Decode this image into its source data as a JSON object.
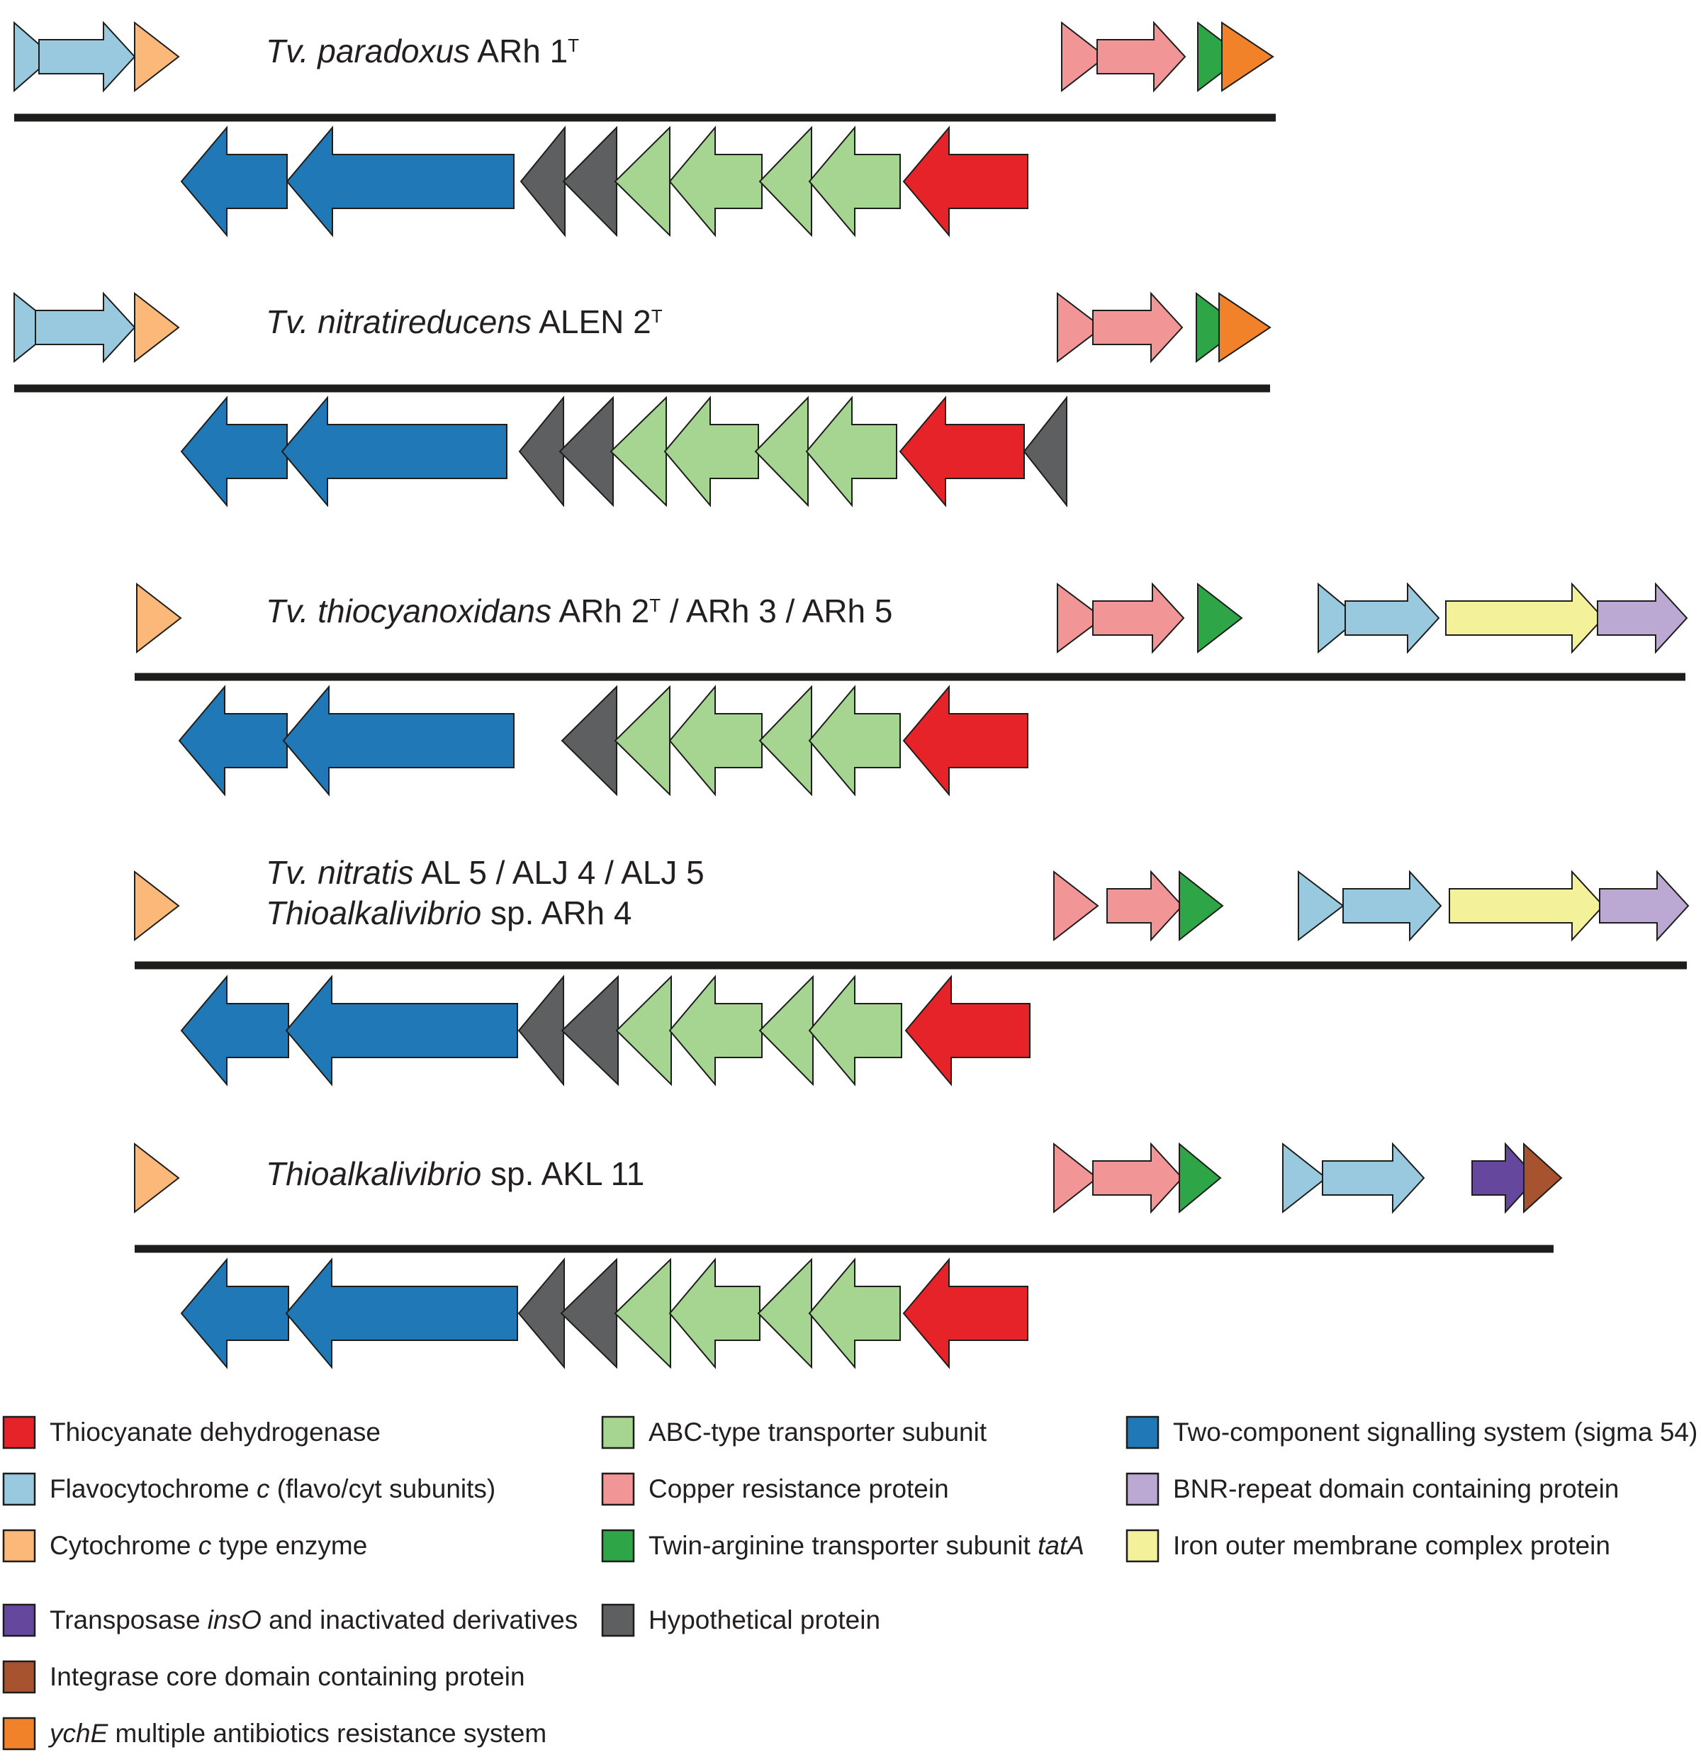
{
  "colors": {
    "thiocyanate": "#e52329",
    "flavocyt": "#99c9de",
    "cytc": "#fbb878",
    "abc": "#a6d592",
    "copper": "#f29596",
    "tatA": "#2ea546",
    "twocomp": "#2079b6",
    "bnr": "#bca9d3",
    "iron": "#f3f29b",
    "transposase": "#65489d",
    "integrase": "#a7532f",
    "ychE": "#f1822a",
    "hypothetical": "#5d5f60"
  },
  "organisms": [
    {
      "line1": [
        {
          "t": "Tv. paradoxus",
          "i": true
        },
        {
          "t": " ARh 1",
          "i": false
        },
        {
          "t": "T",
          "sup": true
        }
      ]
    },
    {
      "line1": [
        {
          "t": "Tv. nitratireducens",
          "i": true
        },
        {
          "t": " ALEN 2",
          "i": false
        },
        {
          "t": "T",
          "sup": true
        }
      ]
    },
    {
      "line1": [
        {
          "t": "Tv. thiocyanoxidans",
          "i": true
        },
        {
          "t": " ARh 2",
          "i": false
        },
        {
          "t": "T",
          "sup": true
        },
        {
          "t": " / ARh 3 / ARh 5",
          "i": false
        }
      ]
    },
    {
      "line1": [
        {
          "t": "Tv. nitratis",
          "i": true
        },
        {
          "t": " AL 5 / ALJ 4 / ALJ 5",
          "i": false
        }
      ],
      "line2": [
        {
          "t": "Thioalkalivibrio",
          "i": true
        },
        {
          "t": " sp. ARh 4",
          "i": false
        }
      ]
    },
    {
      "line1": [
        {
          "t": "Thioalkalivibrio",
          "i": true
        },
        {
          "t": " sp. AKL 11",
          "i": false
        }
      ]
    }
  ],
  "legend": [
    {
      "color": "thiocyanate",
      "parts": [
        {
          "t": "Thiocyanate dehydrogenase",
          "i": false
        }
      ]
    },
    {
      "color": "flavocyt",
      "parts": [
        {
          "t": "Flavocytochrome ",
          "i": false
        },
        {
          "t": "c",
          "i": true
        },
        {
          "t": " (flavo/cyt subunits)",
          "i": false
        }
      ]
    },
    {
      "color": "cytc",
      "parts": [
        {
          "t": "Cytochrome ",
          "i": false
        },
        {
          "t": "c",
          "i": true
        },
        {
          "t": " type enzyme",
          "i": false
        }
      ]
    },
    {
      "color": "transposase",
      "parts": [
        {
          "t": "Transposase ",
          "i": false
        },
        {
          "t": "insO",
          "i": true
        },
        {
          "t": " and inactivated derivatives",
          "i": false
        }
      ]
    },
    {
      "color": "integrase",
      "parts": [
        {
          "t": "Integrase core domain containing protein",
          "i": false
        }
      ]
    },
    {
      "color": "ychE",
      "parts": [
        {
          "t": "ychE",
          "i": true
        },
        {
          "t": " multiple antibiotics resistance system",
          "i": false
        }
      ]
    },
    {
      "color": "abc",
      "parts": [
        {
          "t": "ABC-type transporter subunit",
          "i": false
        }
      ]
    },
    {
      "color": "copper",
      "parts": [
        {
          "t": "Copper resistance protein",
          "i": false
        }
      ]
    },
    {
      "color": "tatA",
      "parts": [
        {
          "t": "Twin-arginine transporter subunit ",
          "i": false
        },
        {
          "t": "tatA",
          "i": true
        }
      ]
    },
    {
      "color": "hypothetical",
      "parts": [
        {
          "t": "Hypothetical protein",
          "i": false
        }
      ]
    },
    {
      "color": "twocomp",
      "parts": [
        {
          "t": "Two-component signalling system (sigma 54)",
          "i": false
        }
      ]
    },
    {
      "color": "bnr",
      "parts": [
        {
          "t": "BNR-repeat domain containing protein",
          "i": false
        }
      ]
    },
    {
      "color": "iron",
      "parts": [
        {
          "t": "Iron outer membrane complex protein",
          "i": false
        }
      ]
    }
  ],
  "gene_clusters": [
    {
      "top": [
        {
          "c": "flavocyt",
          "f": [
            "(small, overlapped)"
          ]
        },
        {
          "c": "flavocyt"
        },
        {
          "c": "cytc"
        },
        {
          "c": "copper"
        },
        {
          "c": "copper"
        },
        {
          "c": "tatA"
        },
        {
          "c": "ychE"
        }
      ],
      "bottom": [
        "twocomp",
        "twocomp",
        "hypothetical",
        "hypothetical",
        "abc",
        "abc",
        "abc",
        "abc",
        "thiocyanate"
      ]
    },
    {
      "top": [
        {
          "c": "flavocyt"
        },
        {
          "c": "flavocyt"
        },
        {
          "c": "cytc"
        },
        {
          "c": "copper"
        },
        {
          "c": "copper"
        },
        {
          "c": "tatA"
        },
        {
          "c": "ychE"
        }
      ],
      "bottom": [
        "twocomp",
        "twocomp",
        "hypothetical",
        "hypothetical",
        "abc",
        "abc",
        "abc",
        "abc",
        "thiocyanate",
        "hypothetical"
      ]
    },
    {
      "top": [
        {
          "c": "cytc"
        },
        {
          "c": "copper"
        },
        {
          "c": "copper"
        },
        {
          "c": "tatA"
        },
        {
          "c": "flavocyt"
        },
        {
          "c": "flavocyt"
        },
        {
          "c": "iron"
        },
        {
          "c": "bnr"
        }
      ],
      "bottom": [
        "twocomp",
        "twocomp",
        "hypothetical",
        "abc",
        "abc",
        "abc",
        "abc",
        "thiocyanate"
      ]
    },
    {
      "top": [
        {
          "c": "cytc"
        },
        {
          "c": "copper"
        },
        {
          "c": "copper"
        },
        {
          "c": "tatA"
        },
        {
          "c": "flavocyt"
        },
        {
          "c": "flavocyt"
        },
        {
          "c": "iron"
        },
        {
          "c": "bnr"
        }
      ],
      "bottom": [
        "twocomp",
        "twocomp",
        "hypothetical",
        "hypothetical",
        "abc",
        "abc",
        "abc",
        "abc",
        "thiocyanate"
      ]
    },
    {
      "top": [
        {
          "c": "cytc"
        },
        {
          "c": "copper"
        },
        {
          "c": "copper"
        },
        {
          "c": "tatA"
        },
        {
          "c": "flavocyt"
        },
        {
          "c": "flavocyt"
        },
        {
          "c": "transposase"
        },
        {
          "c": "integrase"
        }
      ],
      "bottom": [
        "twocomp",
        "twocomp",
        "hypothetical",
        "hypothetical",
        "abc",
        "abc",
        "abc",
        "abc",
        "thiocyanate"
      ]
    }
  ]
}
